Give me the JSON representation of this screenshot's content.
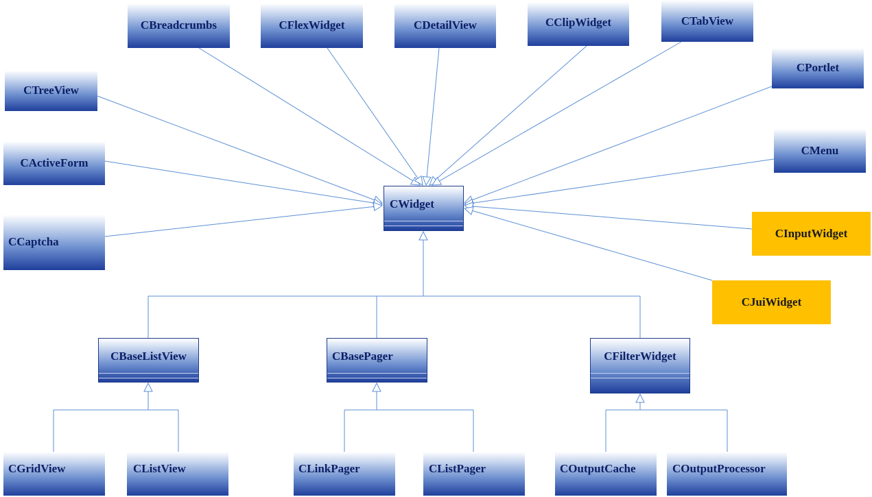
{
  "diagram": {
    "root": {
      "name": "CWidget"
    },
    "direct_children": [
      {
        "id": "breadcrumbs",
        "name": "CBreadcrumbs"
      },
      {
        "id": "flexwidget",
        "name": "CFlexWidget"
      },
      {
        "id": "detailview",
        "name": "CDetailView"
      },
      {
        "id": "clipwidget",
        "name": "CClipWidget"
      },
      {
        "id": "tabview",
        "name": "CTabView"
      },
      {
        "id": "portlet",
        "name": "CPortlet"
      },
      {
        "id": "treeview",
        "name": "CTreeView"
      },
      {
        "id": "activeform",
        "name": "CActiveForm"
      },
      {
        "id": "captcha",
        "name": "CCaptcha"
      },
      {
        "id": "menu",
        "name": "CMenu"
      },
      {
        "id": "inputwidget",
        "name": "CInputWidget",
        "highlight": true
      },
      {
        "id": "juiwidget",
        "name": "CJuiWidget",
        "highlight": true
      }
    ],
    "groups": [
      {
        "id": "baselistview",
        "name": "CBaseListView",
        "children": [
          {
            "id": "gridview",
            "name": "CGridView"
          },
          {
            "id": "listview",
            "name": "CListView"
          }
        ]
      },
      {
        "id": "basepager",
        "name": "CBasePager",
        "children": [
          {
            "id": "linkpager",
            "name": "CLinkPager"
          },
          {
            "id": "listpager",
            "name": "CListPager"
          }
        ]
      },
      {
        "id": "filterwidget",
        "name": "CFilterWidget",
        "children": [
          {
            "id": "outputcache",
            "name": "COutputCache"
          },
          {
            "id": "outputprocessor",
            "name": "COutputProcessor"
          }
        ]
      }
    ],
    "colors": {
      "line": "#5b8fd6",
      "box_dark": "#1f3f9c",
      "box_text": "#0c1f66",
      "highlight": "#ffc000"
    }
  }
}
